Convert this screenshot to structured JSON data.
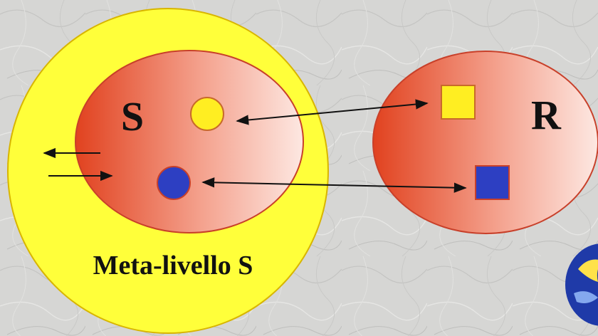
{
  "diagram": {
    "system_label": "S",
    "reflected_label": "R",
    "meta_label": "Meta-livello S",
    "colors": {
      "meta_fill": "#ffff3a",
      "meta_stroke": "#d8b500",
      "ellipse_red": "#e5542e",
      "ellipse_light": "#fde6df",
      "ellipse_stroke": "#c8402a",
      "yellow_token": "#ffee22",
      "blue_token": "#2d3fc2",
      "arrow": "#111111",
      "background": "#d4d4d2"
    },
    "icons": [
      "yellow-circle-icon",
      "blue-circle-icon",
      "yellow-square-icon",
      "blue-square-icon",
      "corner-logo-icon"
    ]
  }
}
